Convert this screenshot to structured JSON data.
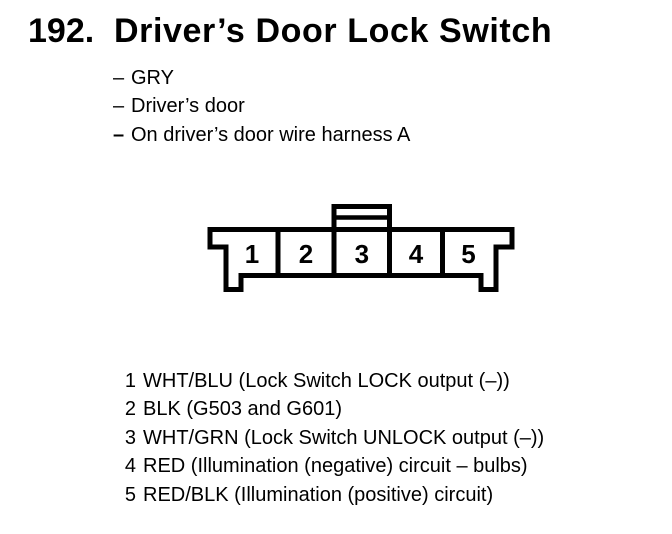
{
  "header": {
    "figure_number": "192.",
    "title": "Driver’s Door Lock Switch",
    "bullet_char": "–",
    "attributes": [
      "GRY",
      "Driver’s door",
      "On driver’s door wire harness A"
    ]
  },
  "connector": {
    "view": "5-cavity connector, wire side",
    "outline_color": "#000000",
    "body_fill": "#ffffff",
    "cavities": [
      "1",
      "2",
      "3",
      "4",
      "5"
    ]
  },
  "pins": [
    {
      "num": "1",
      "desc": "WHT/BLU (Lock Switch LOCK output (–))"
    },
    {
      "num": "2",
      "desc": "BLK (G503 and G601)"
    },
    {
      "num": "3",
      "desc": "WHT/GRN (Lock Switch UNLOCK output (–))"
    },
    {
      "num": "4",
      "desc": "RED (Illumination (negative) circuit – bulbs)"
    },
    {
      "num": "5",
      "desc": "RED/BLK (Illumination (positive) circuit)"
    }
  ]
}
